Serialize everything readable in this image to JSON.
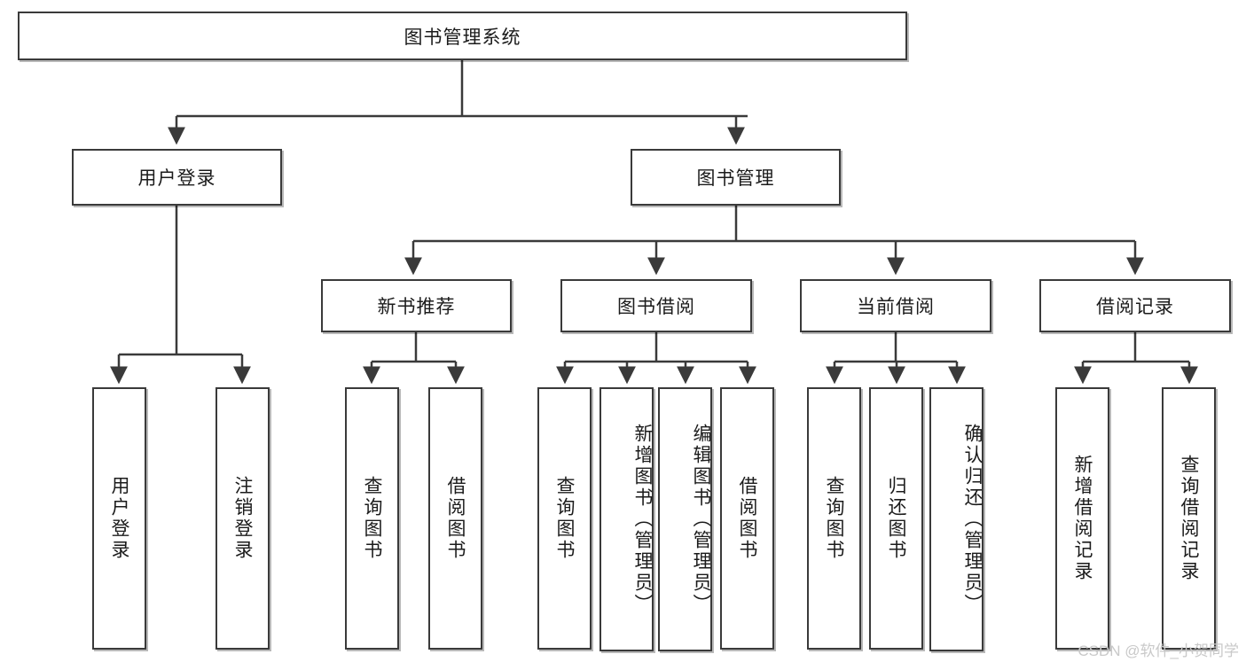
{
  "diagram": {
    "title": "图书管理系统",
    "type": "hierarchy-tree",
    "root": {
      "label": "图书管理系统"
    },
    "level1": [
      {
        "label": "用户登录"
      },
      {
        "label": "图书管理"
      }
    ],
    "level2": [
      {
        "label": "新书推荐"
      },
      {
        "label": "图书借阅"
      },
      {
        "label": "当前借阅"
      },
      {
        "label": "借阅记录"
      }
    ],
    "leaves": [
      {
        "label": "用户登录",
        "parent": "用户登录"
      },
      {
        "label": "注销登录",
        "parent": "用户登录"
      },
      {
        "label": "查询图书",
        "parent": "新书推荐"
      },
      {
        "label": "借阅图书",
        "parent": "新书推荐"
      },
      {
        "label": "查询图书",
        "parent": "图书借阅"
      },
      {
        "label": "新增图书（管理员）",
        "parent": "图书借阅"
      },
      {
        "label": "编辑图书（管理员）",
        "parent": "图书借阅"
      },
      {
        "label": "借阅图书",
        "parent": "图书借阅"
      },
      {
        "label": "查询图书",
        "parent": "当前借阅"
      },
      {
        "label": "归还图书",
        "parent": "当前借阅"
      },
      {
        "label": "确认归还（管理员）",
        "parent": "当前借阅"
      },
      {
        "label": "新增借阅记录",
        "parent": "借阅记录"
      },
      {
        "label": "查询借阅记录",
        "parent": "借阅记录"
      }
    ]
  },
  "watermark": {
    "text": "CSDN @软件_小贺同学"
  },
  "colors": {
    "border": "#3a3a3a",
    "background": "#ffffff",
    "text": "#1b1b1b",
    "watermark": "#c9c9c9"
  }
}
